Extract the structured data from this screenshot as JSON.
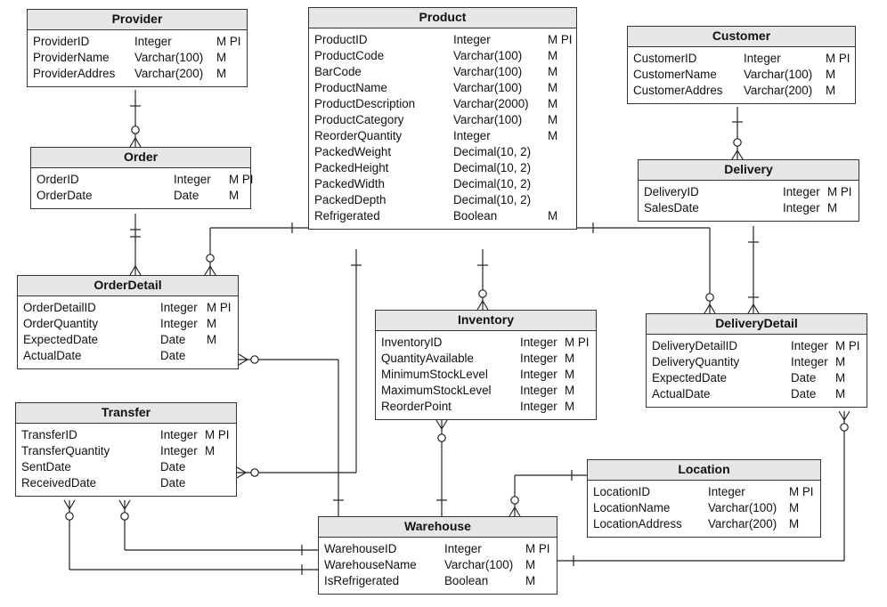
{
  "entities": {
    "provider": {
      "title": "Provider",
      "rows": [
        {
          "name": "ProviderID",
          "type": "Integer",
          "flags": "M PI"
        },
        {
          "name": "ProviderName",
          "type": "Varchar(100)",
          "flags": "M"
        },
        {
          "name": "ProviderAddres",
          "type": "Varchar(200)",
          "flags": "M"
        }
      ]
    },
    "product": {
      "title": "Product",
      "rows": [
        {
          "name": "ProductID",
          "type": "Integer",
          "flags": "M PI"
        },
        {
          "name": "ProductCode",
          "type": "Varchar(100)",
          "flags": "M"
        },
        {
          "name": "BarCode",
          "type": "Varchar(100)",
          "flags": "M"
        },
        {
          "name": "ProductName",
          "type": "Varchar(100)",
          "flags": "M"
        },
        {
          "name": "ProductDescription",
          "type": "Varchar(2000)",
          "flags": "M"
        },
        {
          "name": "ProductCategory",
          "type": "Varchar(100)",
          "flags": "M"
        },
        {
          "name": "ReorderQuantity",
          "type": "Integer",
          "flags": "M"
        },
        {
          "name": "PackedWeight",
          "type": "Decimal(10, 2)",
          "flags": ""
        },
        {
          "name": "PackedHeight",
          "type": "Decimal(10, 2)",
          "flags": ""
        },
        {
          "name": "PackedWidth",
          "type": "Decimal(10, 2)",
          "flags": ""
        },
        {
          "name": "PackedDepth",
          "type": "Decimal(10, 2)",
          "flags": ""
        },
        {
          "name": "Refrigerated",
          "type": "Boolean",
          "flags": "M"
        }
      ]
    },
    "customer": {
      "title": "Customer",
      "rows": [
        {
          "name": "CustomerID",
          "type": "Integer",
          "flags": "M PI"
        },
        {
          "name": "CustomerName",
          "type": "Varchar(100)",
          "flags": "M"
        },
        {
          "name": "CustomerAddres",
          "type": "Varchar(200)",
          "flags": "M"
        }
      ]
    },
    "order": {
      "title": "Order",
      "rows": [
        {
          "name": "OrderID",
          "type": "Integer",
          "flags": "M PI"
        },
        {
          "name": "OrderDate",
          "type": "Date",
          "flags": "M"
        }
      ]
    },
    "delivery": {
      "title": "Delivery",
      "rows": [
        {
          "name": "DeliveryID",
          "type": "Integer",
          "flags": "M PI"
        },
        {
          "name": "SalesDate",
          "type": "Integer",
          "flags": "M"
        }
      ]
    },
    "orderdetail": {
      "title": "OrderDetail",
      "rows": [
        {
          "name": "OrderDetailID",
          "type": "Integer",
          "flags": "M PI"
        },
        {
          "name": "OrderQuantity",
          "type": "Integer",
          "flags": "M"
        },
        {
          "name": "ExpectedDate",
          "type": "Date",
          "flags": "M"
        },
        {
          "name": "ActualDate",
          "type": "Date",
          "flags": ""
        }
      ]
    },
    "inventory": {
      "title": "Inventory",
      "rows": [
        {
          "name": "InventoryID",
          "type": "Integer",
          "flags": "M PI"
        },
        {
          "name": "QuantityAvailable",
          "type": "Integer",
          "flags": "M"
        },
        {
          "name": "MinimumStockLevel",
          "type": "Integer",
          "flags": "M"
        },
        {
          "name": "MaximumStockLevel",
          "type": "Integer",
          "flags": "M"
        },
        {
          "name": "ReorderPoint",
          "type": "Integer",
          "flags": "M"
        }
      ]
    },
    "deliverydetail": {
      "title": "DeliveryDetail",
      "rows": [
        {
          "name": "DeliveryDetailID",
          "type": "Integer",
          "flags": "M PI"
        },
        {
          "name": "DeliveryQuantity",
          "type": "Integer",
          "flags": "M"
        },
        {
          "name": "ExpectedDate",
          "type": "Date",
          "flags": "M"
        },
        {
          "name": "ActualDate",
          "type": "Date",
          "flags": "M"
        }
      ]
    },
    "transfer": {
      "title": "Transfer",
      "rows": [
        {
          "name": "TransferID",
          "type": "Integer",
          "flags": "M PI"
        },
        {
          "name": "TransferQuantity",
          "type": "Integer",
          "flags": "M"
        },
        {
          "name": "SentDate",
          "type": "Date",
          "flags": ""
        },
        {
          "name": "ReceivedDate",
          "type": "Date",
          "flags": ""
        }
      ]
    },
    "location": {
      "title": "Location",
      "rows": [
        {
          "name": "LocationID",
          "type": "Integer",
          "flags": "M PI"
        },
        {
          "name": "LocationName",
          "type": "Varchar(100)",
          "flags": "M"
        },
        {
          "name": "LocationAddress",
          "type": "Varchar(200)",
          "flags": "M"
        }
      ]
    },
    "warehouse": {
      "title": "Warehouse",
      "rows": [
        {
          "name": "WarehouseID",
          "type": "Integer",
          "flags": "M PI"
        },
        {
          "name": "WarehouseName",
          "type": "Varchar(100)",
          "flags": "M"
        },
        {
          "name": "IsRefrigerated",
          "type": "Boolean",
          "flags": "M"
        }
      ]
    }
  },
  "colors": {
    "header_fill": "#e6e6e6",
    "border": "#333333",
    "line": "#222222"
  }
}
